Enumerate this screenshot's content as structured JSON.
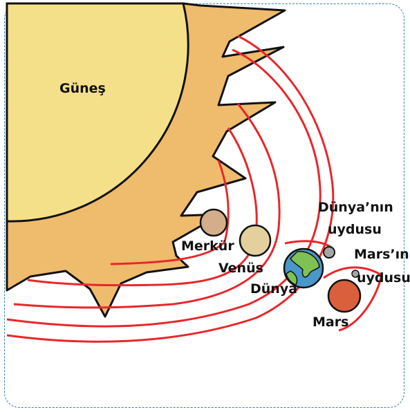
{
  "labels": {
    "sun": "Güneş",
    "mercury": "Merkür",
    "venus": "Venüs",
    "earth": "Dünya",
    "moon_line1": "Dünya’nın",
    "moon_line2": "uydusu",
    "mars": "Mars",
    "mars_moon_line1": "Mars’ın",
    "mars_moon_line2": "uydusu"
  },
  "colors": {
    "sun_disc": "#f5e08a",
    "sun_rays": "#efbb6c",
    "orbit": "#e8262b",
    "mercury": "#d4ae8a",
    "venus": "#e3d09c",
    "earth_ocean": "#4a97c9",
    "earth_land": "#7fc253",
    "moon": "#a6a6a6",
    "mars": "#d9603b",
    "frame": "#2f7fb3"
  }
}
